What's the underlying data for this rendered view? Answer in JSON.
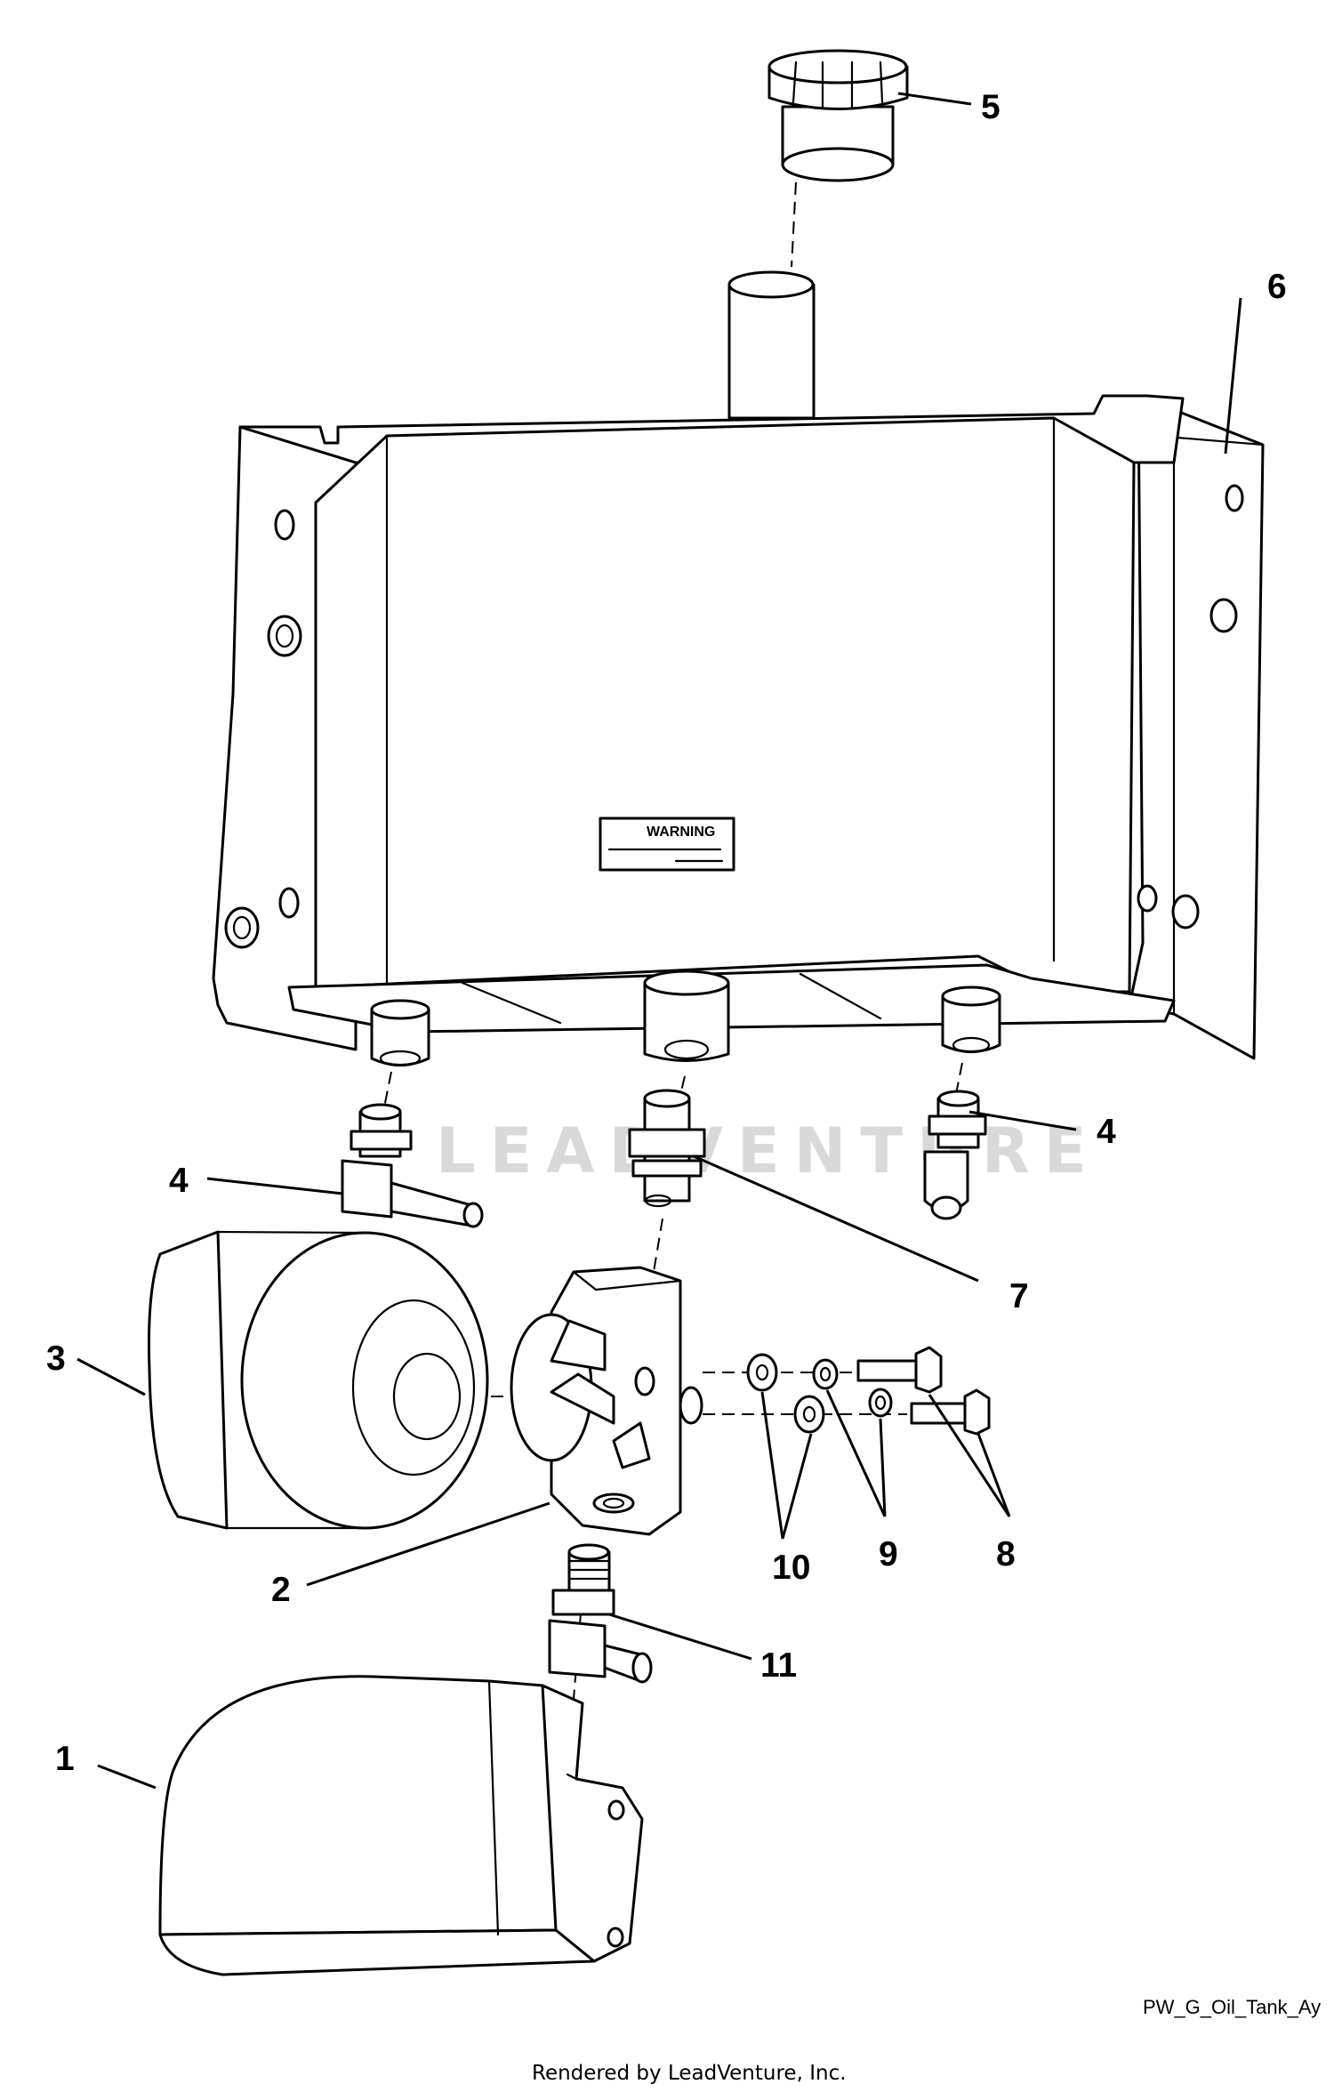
{
  "diagram": {
    "callouts": [
      "5",
      "6",
      "4",
      "4",
      "7",
      "3",
      "2",
      "10",
      "9",
      "8",
      "11",
      "1"
    ],
    "decal_text": "WARNING",
    "drawing_id": "PW_G_Oil_Tank_Ay",
    "watermark": "LEADVENTURE",
    "footer": "Rendered by LeadVenture, Inc."
  }
}
